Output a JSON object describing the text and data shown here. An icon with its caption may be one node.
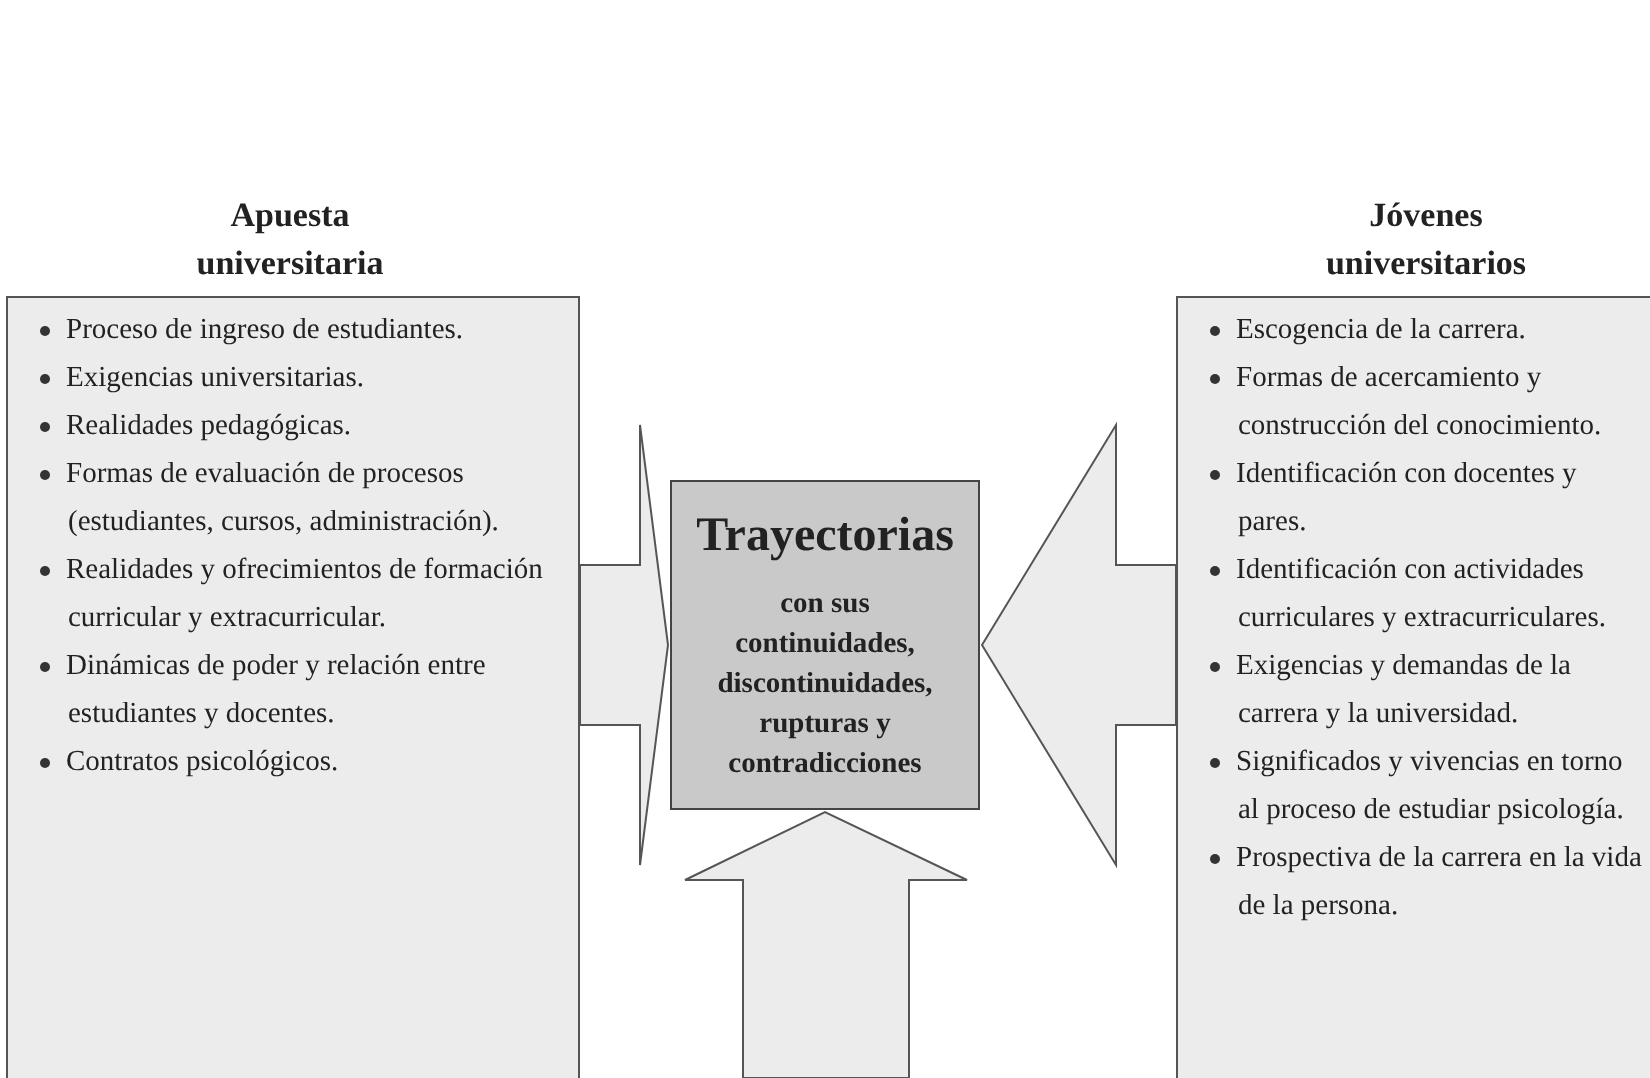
{
  "diagram": {
    "nodes": [
      {
        "text": [
          "Apuesta universitaria",
          "Proceso de ingreso de estudiantes.",
          "Exigencias universitarias.",
          "Realidades pedagógicas.",
          "Formas de evaluación de procesos (estudiantes, cursos, administración).",
          "Realidades y ofrecimientos de formación curricular y extracurricular.",
          "Dinámicas de poder y relación entre estudiantes y docentes.",
          "Contratos psicológicos."
        ]
      },
      {
        "text": [
          "Trayectorias",
          "con sus continuidades, discontinuidades, rupturas y contradicciones"
        ]
      },
      {
        "text": [
          "Jóvenes universitarios",
          "Escogencia de la carrera.",
          "Formas de acercamiento y construcción del conocimiento.",
          "Identificación con docentes y pares.",
          "Identificación con actividades curriculares y extracurriculares.",
          "Exigencias y demandas de la carrera y la universidad.",
          "Significados y vivencias en torno al proceso de estudiar psicología.",
          "Prospectiva de la carrera en la vida de la persona."
        ]
      }
    ],
    "edges": [
      {
        "from": 0,
        "to": 1,
        "arrow": "to"
      },
      {
        "from": 2,
        "to": 1,
        "arrow": "to"
      },
      {
        "from": null,
        "to": 1,
        "arrow": "to"
      }
    ]
  }
}
